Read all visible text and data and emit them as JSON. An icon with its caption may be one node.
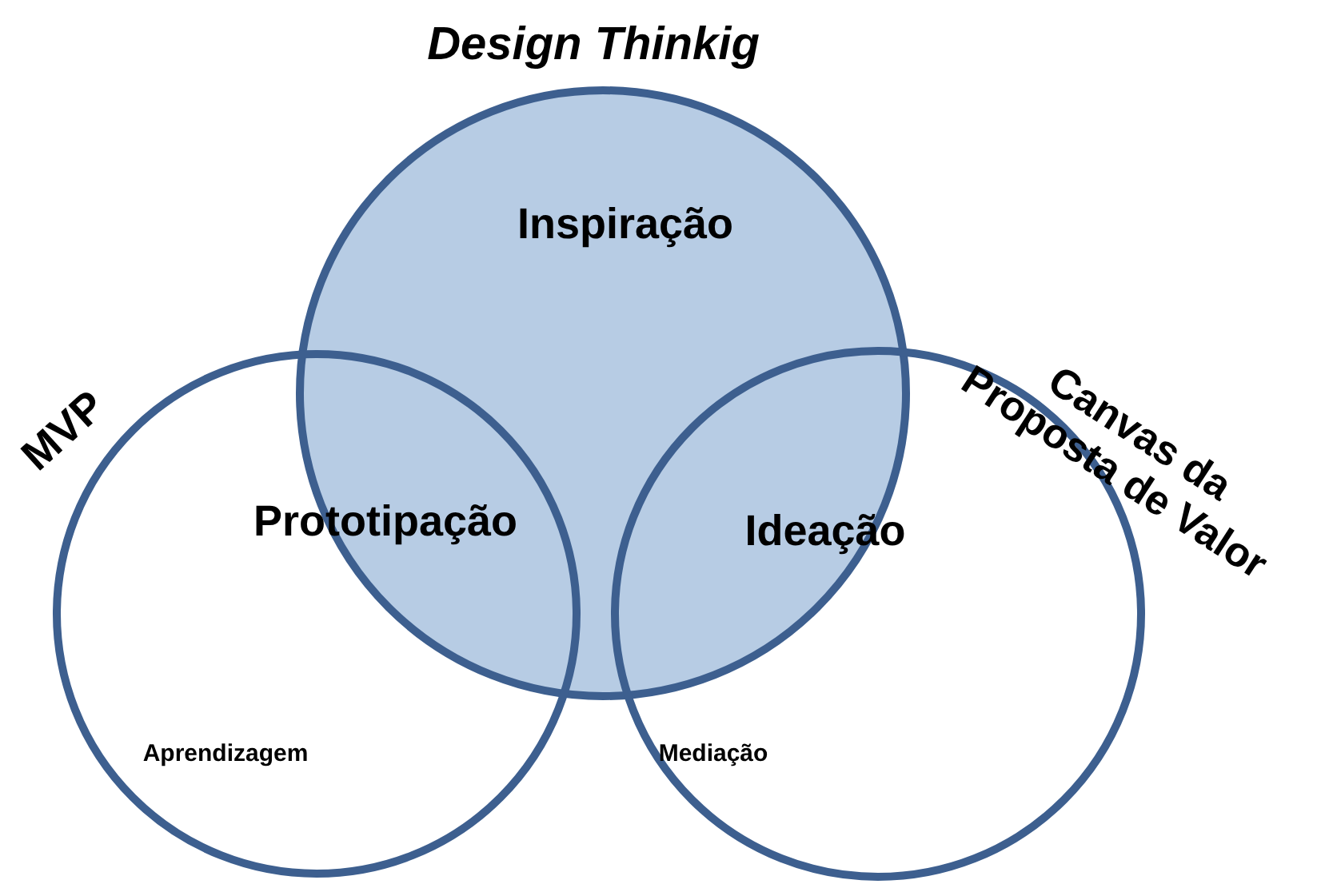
{
  "diagram": {
    "nodes": [
      {
        "text": [
          "Design Thinkig"
        ]
      },
      {
        "text": [
          "MVP"
        ]
      },
      {
        "text": [
          "Canvas da Proposta de Valor"
        ]
      }
    ],
    "edges": [],
    "labels": [
      "Inspiração",
      "Prototipação",
      "Ideação",
      "Aprendizagem",
      "Mediação"
    ]
  }
}
